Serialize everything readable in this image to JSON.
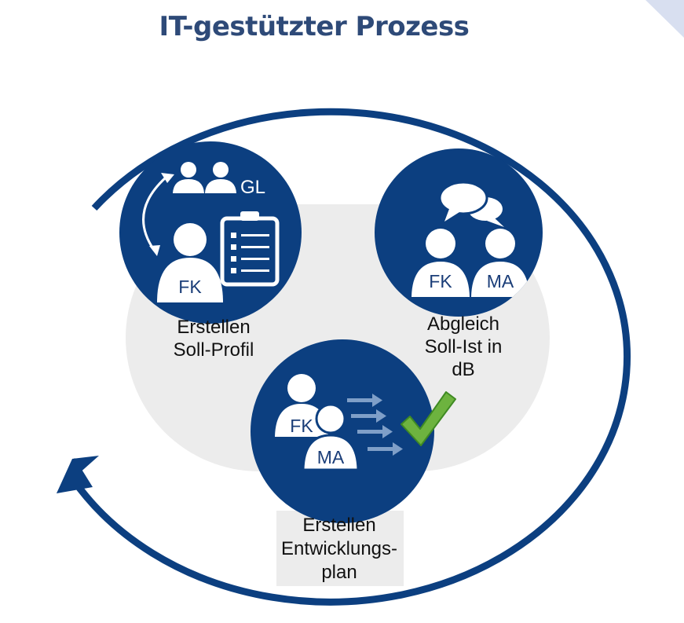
{
  "title": "IT-gestützter Prozess",
  "steps": [
    {
      "label_line1": "Erstellen",
      "label_line2": "Soll-Profil",
      "role_top": "GL",
      "role_main": "FK"
    },
    {
      "label_line1": "Abgleich",
      "label_line2": "Soll-Ist in",
      "label_line3": "dB",
      "role_left": "FK",
      "role_right": "MA"
    },
    {
      "label_line1": "Erstellen",
      "label_line2": "Entwicklungs-",
      "label_line3": "plan",
      "role_back": "FK",
      "role_front": "MA"
    }
  ],
  "colors": {
    "primary": "#0c3f80",
    "title": "#2e4a78",
    "background_disc": "#ececec",
    "check": "#6db33f",
    "arrows": "#7f9fc8"
  },
  "icons": [
    "people-icon",
    "swap-arrow-icon",
    "clipboard-icon",
    "speech-bubbles-icon",
    "forward-arrows-icon",
    "checkmark-icon",
    "cycle-arrow-icon"
  ]
}
